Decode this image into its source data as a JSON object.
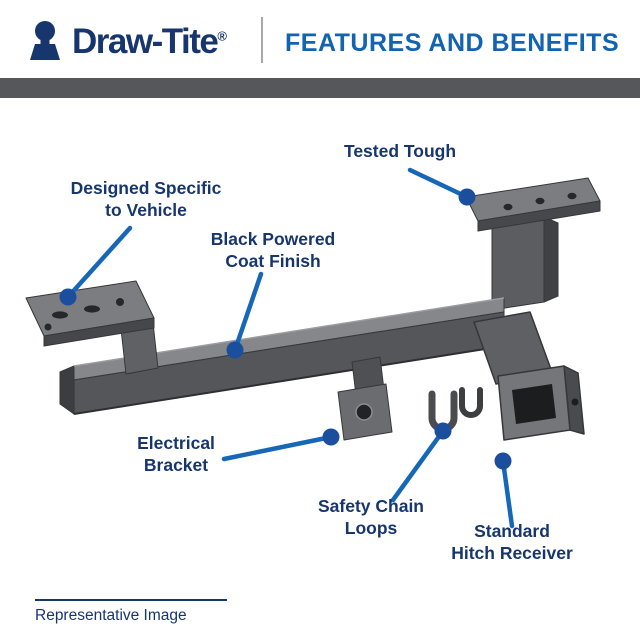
{
  "header": {
    "brand": "Draw-Tite",
    "registered": "®",
    "title": "FEATURES AND BENEFITS"
  },
  "callouts": {
    "tested_tough": "Tested Tough",
    "designed_specific": "Designed Specific\nto Vehicle",
    "coat_finish": "Black Powered\nCoat Finish",
    "electrical_bracket": "Electrical\nBracket",
    "safety_chain": "Safety Chain\nLoops",
    "hitch_receiver": "Standard\nHitch Receiver"
  },
  "footer": {
    "note": "Representative Image"
  },
  "colors": {
    "brand_navy": "#17366e",
    "title_blue": "#1263b0",
    "line_blue": "#1767b8",
    "dot_blue": "#1b4f9e",
    "band_gray": "#56575b",
    "steel_dark": "#54565a",
    "steel_light": "#85878b"
  }
}
